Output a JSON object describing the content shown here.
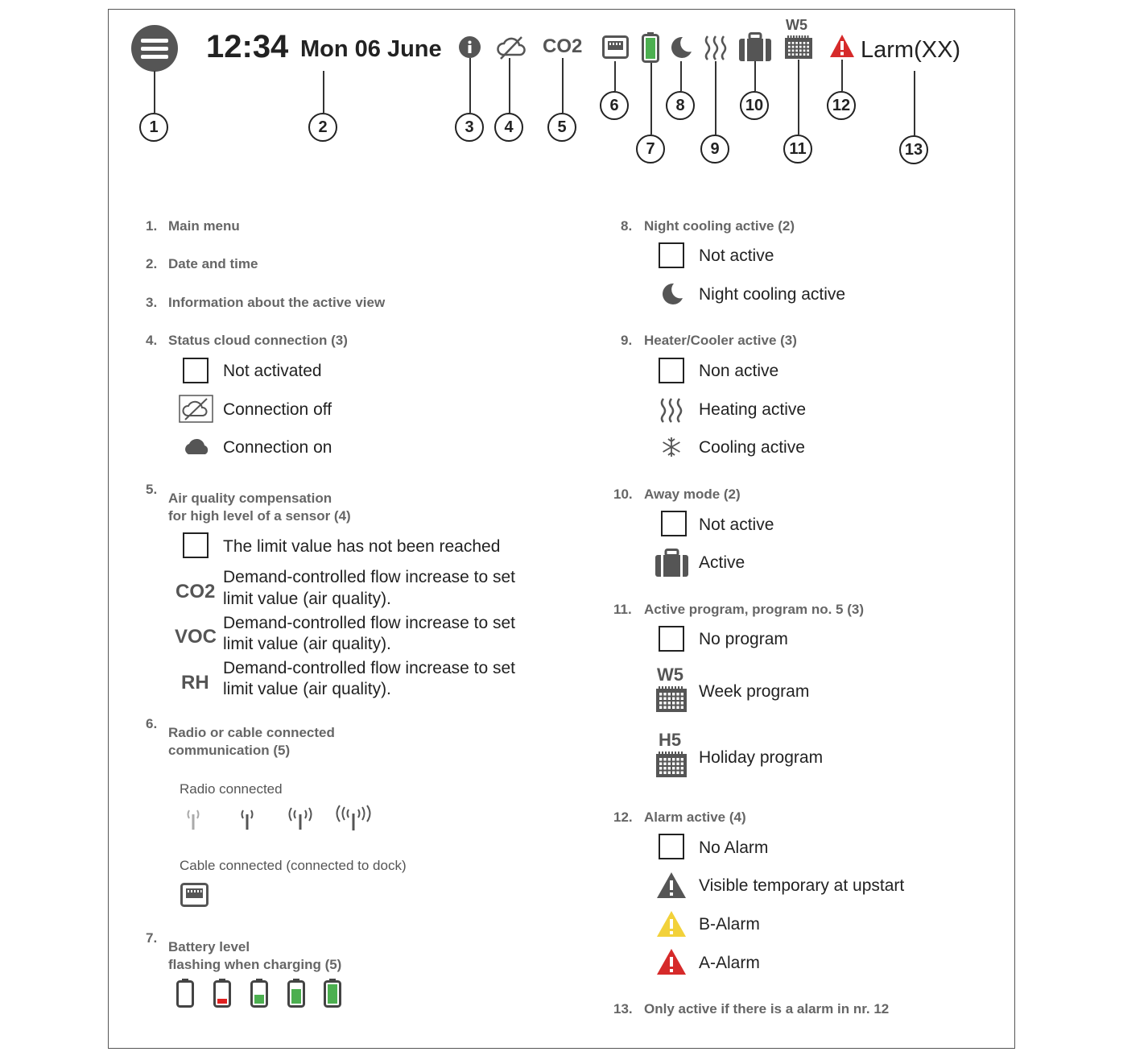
{
  "topbar": {
    "time": "12:34",
    "date": "Mon 06 June",
    "co2": "CO2",
    "week_badge": "W5",
    "alarm_label": "Larm(XX)"
  },
  "callouts": [
    "1",
    "2",
    "3",
    "4",
    "5",
    "6",
    "7",
    "8",
    "9",
    "10",
    "11",
    "12",
    "13"
  ],
  "left": {
    "i1": {
      "num": "1.",
      "title": "Main menu"
    },
    "i2": {
      "num": "2.",
      "title": "Date and time"
    },
    "i3": {
      "num": "3.",
      "title": "Information about the active view"
    },
    "i4": {
      "num": "4.",
      "title": "Status cloud connection (3)",
      "opts": [
        "Not activated",
        "Connection off",
        "Connection on"
      ]
    },
    "i5": {
      "num": "5.",
      "title1": "Air quality compensation",
      "title2": "for high level of a sensor (4)",
      "opt0": "The limit value has not been reached",
      "co2": "CO2",
      "voc": "VOC",
      "rh": "RH",
      "line1": "Demand-controlled flow increase to set",
      "line2": "limit value (air quality)."
    },
    "i6": {
      "num": "6.",
      "title1": "Radio or cable connected",
      "title2": "communication (5)",
      "radio": "Radio connected",
      "cable": "Cable connected (connected to dock)"
    },
    "i7": {
      "num": "7.",
      "title1": "Battery level",
      "title2": "flashing when charging (5)"
    }
  },
  "right": {
    "i8": {
      "num": "8.",
      "title": "Night cooling active (2)",
      "opts": [
        "Not active",
        "Night cooling active"
      ]
    },
    "i9": {
      "num": "9.",
      "title": "Heater/Cooler active (3)",
      "opts": [
        "Non active",
        "Heating active",
        "Cooling active"
      ]
    },
    "i10": {
      "num": "10.",
      "title": "Away mode (2)",
      "opts": [
        "Not active",
        "Active"
      ]
    },
    "i11": {
      "num": "11.",
      "title": "Active program, program no. 5 (3)",
      "opts": [
        "No program",
        "Week program",
        "Holiday program"
      ],
      "w5": "W5",
      "h5": "H5"
    },
    "i12": {
      "num": "12.",
      "title": "Alarm active (4)",
      "opts": [
        "No Alarm",
        "Visible temporary at upstart",
        "B-Alarm",
        "A-Alarm"
      ]
    },
    "i13": {
      "num": "13.",
      "title": "Only active if there is a alarm in nr. 12"
    }
  },
  "colors": {
    "alarm_red": "#d62a2a",
    "alarm_yellow": "#f2d13a",
    "battery_green": "#4caf50",
    "battery_red": "#e02020",
    "icon_gray": "#555555"
  }
}
